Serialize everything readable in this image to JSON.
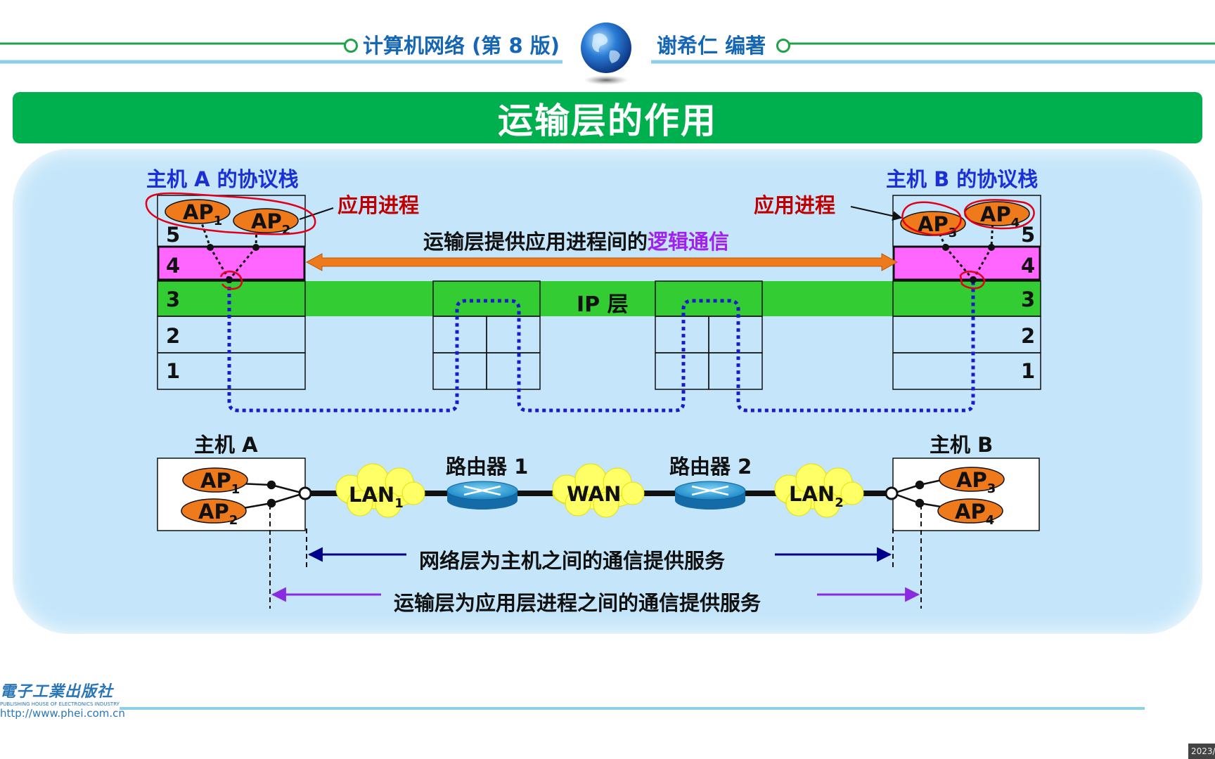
{
  "header": {
    "book_title": "计算机网络 (第 8 版)",
    "author": "谢希仁 编著"
  },
  "slide_title": "运输层的作用",
  "stacks": {
    "host_a_label": "主机 A 的协议栈",
    "host_b_label": "主机 B 的协议栈",
    "app_process_label": "应用进程",
    "layer_numbers": [
      "5",
      "4",
      "3",
      "2",
      "1"
    ],
    "ip_layer_label": "IP 层"
  },
  "logical_comm": {
    "prefix": "运输层提供应用进程间的",
    "highlight": "逻辑通信"
  },
  "ap": {
    "base": "AP",
    "subs": [
      "1",
      "2",
      "3",
      "4"
    ]
  },
  "topology": {
    "host_a": "主机 A",
    "host_b": "主机 B",
    "router1": "路由器 1",
    "router2": "路由器 2",
    "lan_base": "LAN",
    "lan1_sub": "1",
    "lan2_sub": "2",
    "wan": "WAN"
  },
  "services": {
    "network_layer": "网络层为主机之间的通信提供服务",
    "transport_layer": "运输层为应用层进程之间的通信提供服务"
  },
  "publisher": {
    "name_zh": "電子工業出版社",
    "name_en": "PUBLISHING HOUSE OF ELECTRONICS INDUSTRY",
    "url": "http://www.phei.com.cn"
  },
  "timestamp": "2023/",
  "colors": {
    "header_text": "#1566b5",
    "title_bar": "#00b04f",
    "panel": "#c5e6fa",
    "layer4": "#ff66ff",
    "layer3": "#33cc33",
    "ap_fill": "#ee7a1c",
    "red_annotation": "#c00000",
    "logic_purple": "#a020f0",
    "dotted_path": "#1a1acc",
    "network_arrow": "#00008b",
    "transport_arrow": "#8a2be2",
    "cloud_yellow": "#ffff66"
  }
}
